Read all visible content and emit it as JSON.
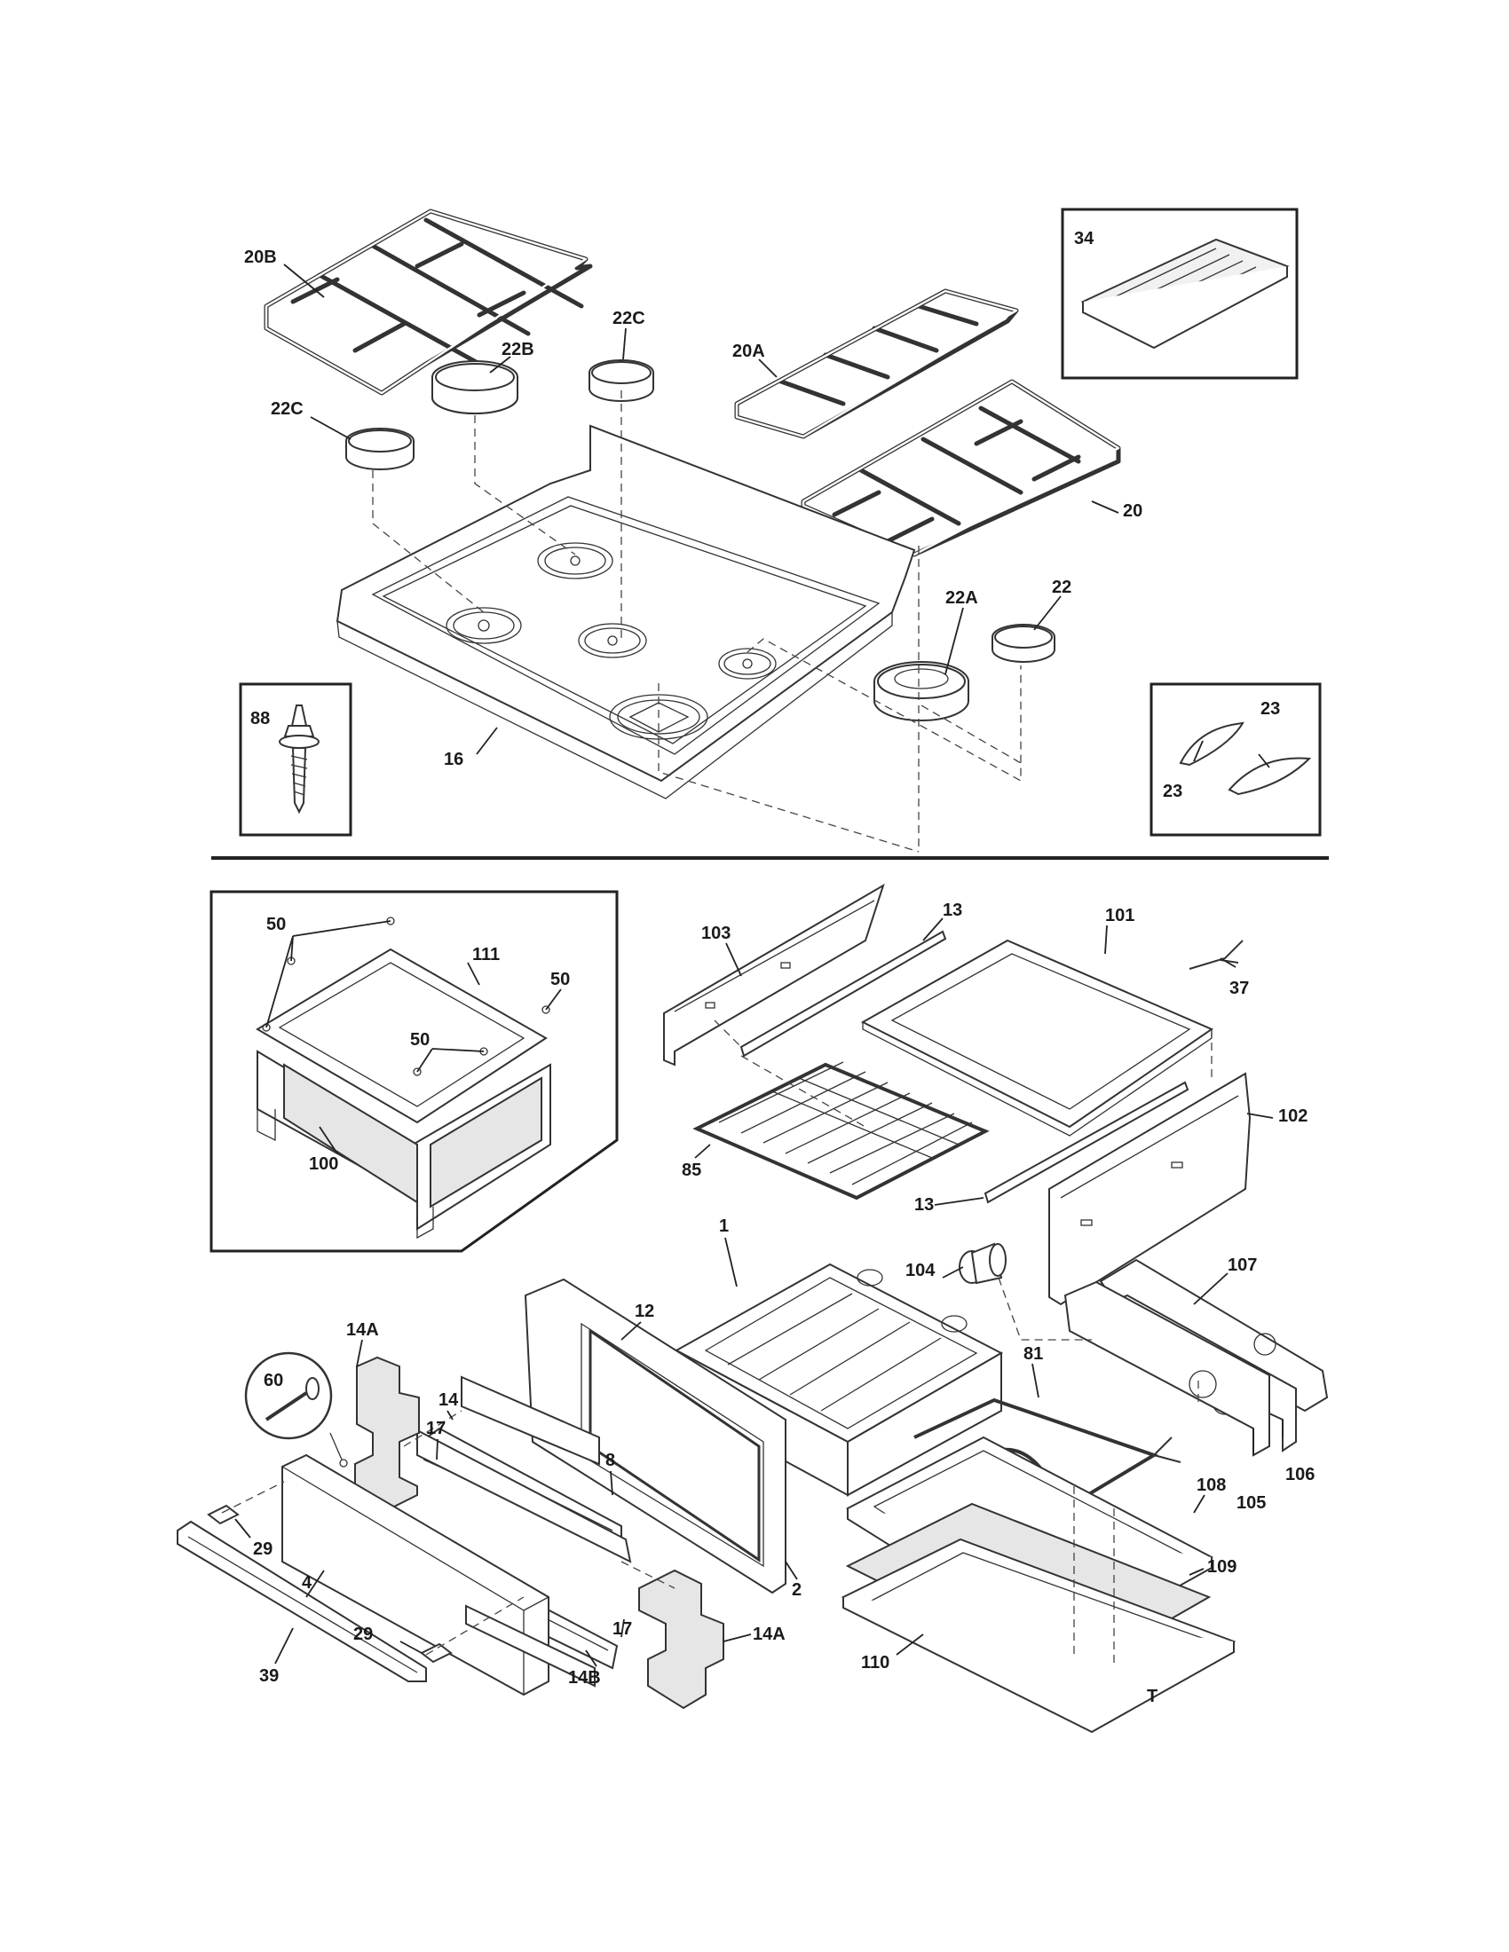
{
  "diagram": {
    "labels": {
      "l20b": "20B",
      "l22b": "22B",
      "l22c_top": "22C",
      "l22c_left": "22C",
      "l20a": "20A",
      "l20": "20",
      "l34": "34",
      "l22a": "22A",
      "l22": "22",
      "l16": "16",
      "l88": "88",
      "l23_top": "23",
      "l23_bottom": "23",
      "l50_top": "50",
      "l111": "111",
      "l50_right": "50",
      "l50_mid": "50",
      "l100": "100",
      "l103": "103",
      "l13_top": "13",
      "l101": "101",
      "l37": "37",
      "l102": "102",
      "l85": "85",
      "l13_bottom": "13",
      "l104": "104",
      "l1": "1",
      "l107": "107",
      "l12": "12",
      "l14a_top": "14A",
      "l14": "14",
      "l60": "60",
      "l17_top": "17",
      "l81": "81",
      "l8": "8",
      "l106": "106",
      "l105": "105",
      "l108": "108",
      "l2": "2",
      "l29_right": "29",
      "l109": "109",
      "l4": "4",
      "l29_bottom": "29",
      "l17_bottom": "17",
      "l14a_bottom": "14A",
      "l39": "39",
      "l14b": "14B",
      "l110": "110",
      "corner_mark": "T"
    }
  }
}
